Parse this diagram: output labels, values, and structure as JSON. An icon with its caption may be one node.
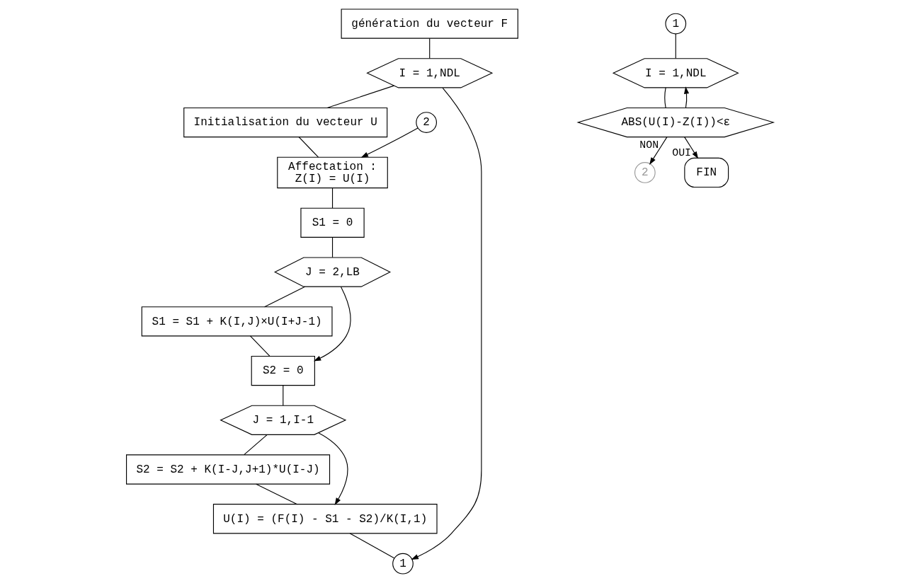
{
  "diagram": {
    "nodes": [
      {
        "text": [
          "génération du vecteur F"
        ]
      },
      {
        "text": [
          "I = 1,NDL"
        ]
      },
      {
        "text": [
          "Initialisation du vecteur U"
        ]
      },
      {
        "text": [
          "Affectation :",
          "Z(I) = U(I)"
        ]
      },
      {
        "text": [
          "S1 = 0"
        ]
      },
      {
        "text": [
          "J = 2,LB"
        ]
      },
      {
        "text": [
          "S1 = S1 + K(I,J)×U(I+J-1)"
        ]
      },
      {
        "text": [
          "S2 = 0"
        ]
      },
      {
        "text": [
          "J = 1,I-1"
        ]
      },
      {
        "text": [
          "S2 = S2 + K(I-J,J+1)*U(I-J)"
        ]
      },
      {
        "text": [
          "U(I) = (F(I) - S1 - S2)/K(I,1)"
        ]
      },
      {
        "text": [
          "1"
        ]
      },
      {
        "text": [
          "2"
        ]
      },
      {
        "text": [
          "1"
        ]
      },
      {
        "text": [
          "I = 1,NDL"
        ]
      },
      {
        "text": [
          "ABS(U(I)-Z(I))<ε"
        ]
      },
      {
        "text": [
          "2"
        ]
      },
      {
        "text": [
          "FIN"
        ]
      }
    ],
    "edges": [
      {
        "from": 0,
        "to": 1,
        "arrow": "none"
      },
      {
        "from": 1,
        "to": 2,
        "arrow": "none"
      },
      {
        "from": 2,
        "to": 3,
        "arrow": "none"
      },
      {
        "from": 12,
        "to": 3,
        "arrow": "to"
      },
      {
        "from": 3,
        "to": 4,
        "arrow": "none"
      },
      {
        "from": 4,
        "to": 5,
        "arrow": "none"
      },
      {
        "from": 5,
        "to": 6,
        "arrow": "none"
      },
      {
        "from": 5,
        "to": 7,
        "arrow": "to"
      },
      {
        "from": 6,
        "to": 7,
        "arrow": "none"
      },
      {
        "from": 7,
        "to": 8,
        "arrow": "none"
      },
      {
        "from": 8,
        "to": 9,
        "arrow": "none"
      },
      {
        "from": 8,
        "to": 10,
        "arrow": "to"
      },
      {
        "from": 9,
        "to": 10,
        "arrow": "none"
      },
      {
        "from": 1,
        "to": 11,
        "arrow": "to"
      },
      {
        "from": 10,
        "to": 11,
        "arrow": "none"
      },
      {
        "from": 13,
        "to": 14,
        "arrow": "none"
      },
      {
        "from": 14,
        "to": 15,
        "arrow": "none"
      },
      {
        "from": 15,
        "to": 16,
        "label": "NON",
        "arrow": "to"
      },
      {
        "from": 15,
        "to": 17,
        "label": "OUI",
        "arrow": "to"
      },
      {
        "from": 15,
        "to": 14,
        "arrow": "to"
      }
    ]
  }
}
